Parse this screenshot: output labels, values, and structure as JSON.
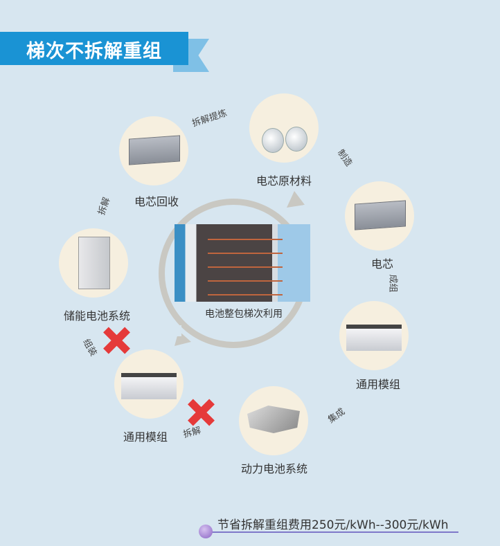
{
  "title": "梯次不拆解重组",
  "center": {
    "label": "电池整包梯次利用"
  },
  "nodes": {
    "recycle": "电芯回收",
    "raw_material": "电芯原材料",
    "cell": "电芯",
    "module_right": "通用模组",
    "power_system": "动力电池系统",
    "module_left": "通用模组",
    "storage_system": "储能电池系统"
  },
  "connectors": {
    "refine": "拆解提炼",
    "manufacture": "制造",
    "group": "成组",
    "integrate": "集成",
    "disassemble_blocked": "拆解",
    "assemble_blocked": "组装",
    "disassemble": "拆解"
  },
  "footer": {
    "text": "节省拆解重组费用250元/kWh--300元/kWh"
  },
  "colors": {
    "banner": "#1a93d4",
    "cross": "#e53a3a",
    "footer_line": "#7e78c9"
  }
}
